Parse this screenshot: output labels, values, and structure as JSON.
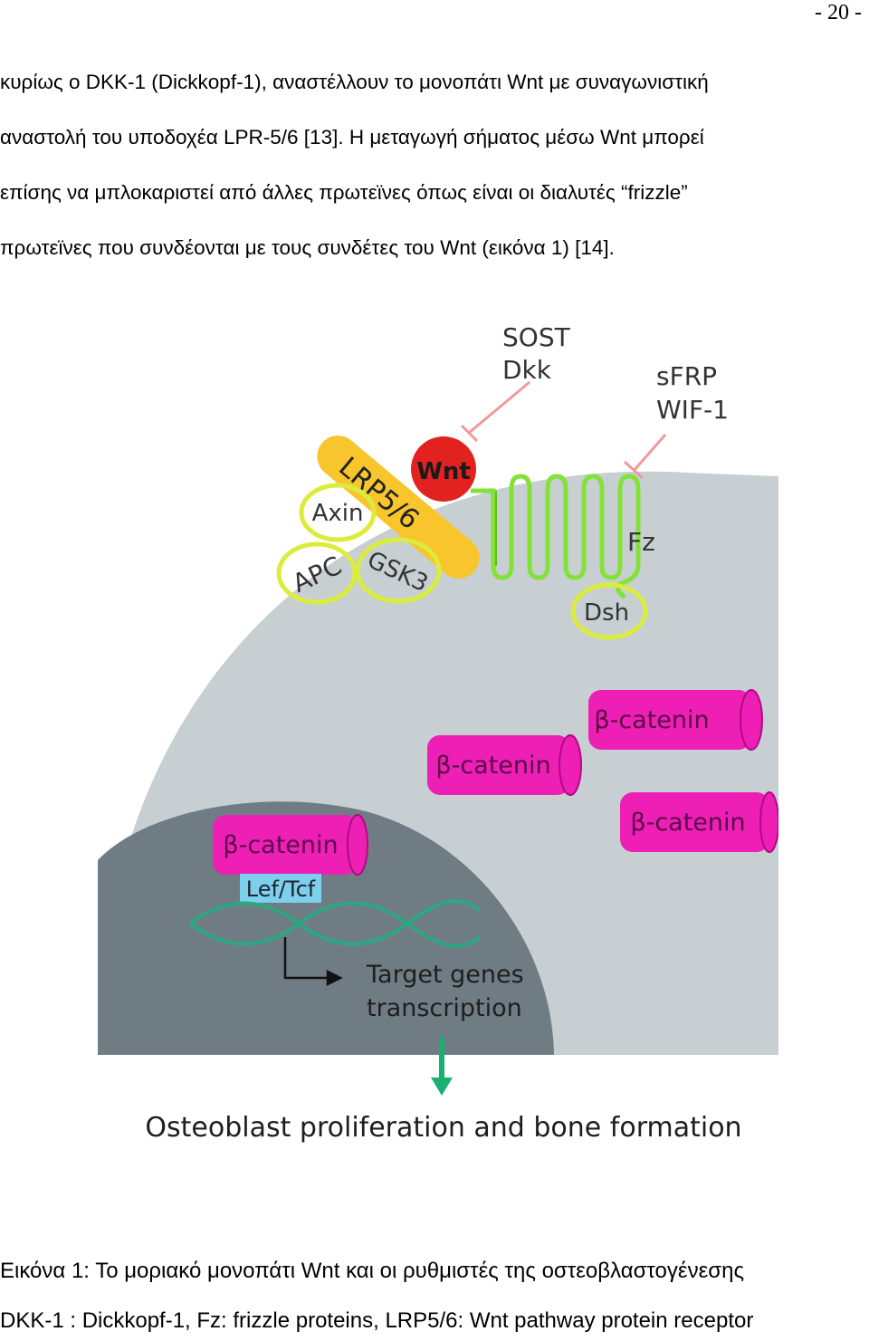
{
  "page_number": "- 20 -",
  "paragraph_lines": [
    "κυρίως ο DKK-1 (Dickkopf-1),  αναστέλλουν το μονοπάτι Wnt  με συναγωνιστική",
    "αναστολή του υποδοχέα LPR-5/6 [13]. Η μεταγωγή σήματος μέσω Wnt μπορεί",
    "επίσης να μπλοκαριστεί από άλλες πρωτεϊνες όπως είναι οι διαλυτές “frizzle”",
    "πρωτεϊνες που συνδέονται με τους συνδέτες του  Wnt (εικόνα 1) [14]."
  ],
  "figure": {
    "inhibitors_left": [
      "SOST",
      "Dkk"
    ],
    "inhibitors_right": [
      "sFRP",
      "WIF-1"
    ],
    "wnt": "Wnt",
    "receptor": "LRP5/6",
    "frizzled": "Fz",
    "dishevelled": "Dsh",
    "complex": [
      "Axin",
      "APC",
      "GSK3"
    ],
    "beta_catenin": [
      "β-catenin",
      "β-catenin",
      "β-catenin",
      "β-catenin"
    ],
    "lef_tcf": "Lef/Tcf",
    "target": [
      "Target genes",
      "transcription"
    ],
    "outcome": "Osteoblast proliferation and bone formation"
  },
  "caption_lines": [
    "Εικόνα 1: Το μοριακό μονοπάτι  Wnt και οι ρυθμιστές της   οστεοβλαστογένεσης",
    "DKK-1 : Dickkopf-1, Fz: frizzle proteins, LRP5/6: Wnt pathway protein receptor"
  ],
  "colors": {
    "cytoplasm": "#c7cfd3",
    "nucleus": "#6f7c84",
    "beta_catenin": "#ee1fb4",
    "wnt": "#e2221e",
    "frizzled": "#84e236",
    "lrp": "#f8c52d",
    "complex_outline": "#dcec3a",
    "lef_tcf": "#7dd0ec",
    "dna": "#2aa882",
    "arrow": "#17b26f"
  }
}
